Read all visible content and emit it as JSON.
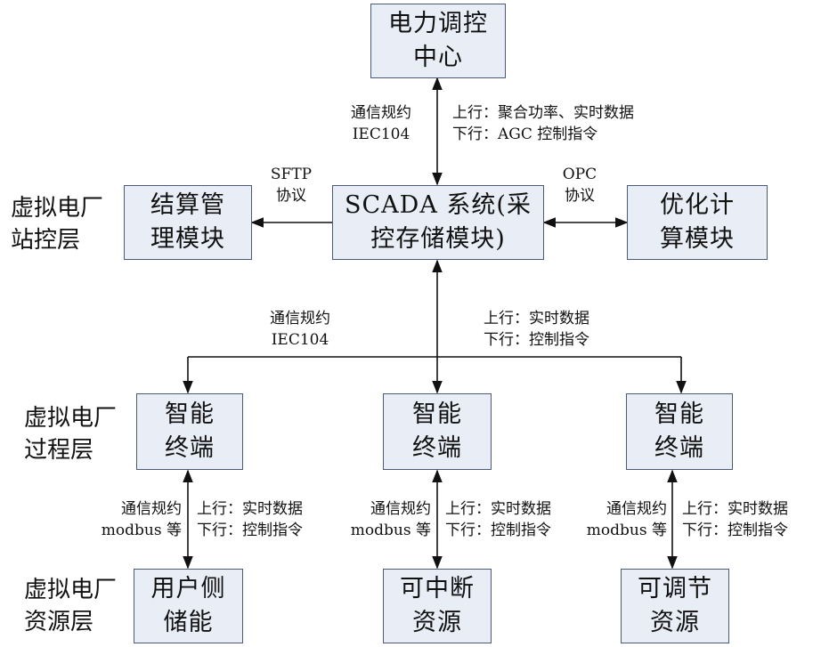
{
  "layers": {
    "station": "虚拟电厂\n站控层",
    "process": "虚拟电厂\n过程层",
    "resource": "虚拟电厂\n资源层"
  },
  "boxes": {
    "dispatch_center": "电力调控\n中心",
    "settlement": "结算管\n理模块",
    "scada": "SCADA 系统(采\n控存储模块)",
    "optimization": "优化计\n算模块",
    "terminal_left": "智能\n终端",
    "terminal_mid": "智能\n终端",
    "terminal_right": "智能\n终端",
    "resource_left": "用户侧\n储能",
    "resource_mid": "可中断\n资源",
    "resource_right": "可调节\n资源"
  },
  "edges": {
    "top_protocol": "通信规约\nIEC104",
    "top_flow": "上行：聚合功率、实时数据\n下行：AGC 控制指令",
    "sftp": "SFTP\n协议",
    "opc": "OPC\n协议",
    "mid_protocol": "通信规约\nIEC104",
    "mid_flow": "上行：实时数据\n下行：控制指令",
    "bottom_left_protocol": "通信规约\nmodbus 等",
    "bottom_left_flow": "上行：实时数据\n下行：控制指令",
    "bottom_mid_protocol": "通信规约\nmodbus 等",
    "bottom_mid_flow": "上行：实时数据\n下行：控制指令",
    "bottom_right_protocol": "通信规约\nmodbus 等",
    "bottom_right_flow": "上行：实时数据\n下行：控制指令"
  },
  "colors": {
    "box_fill": "#e9edf6",
    "box_border": "#4a5a78",
    "line": "#111111"
  }
}
